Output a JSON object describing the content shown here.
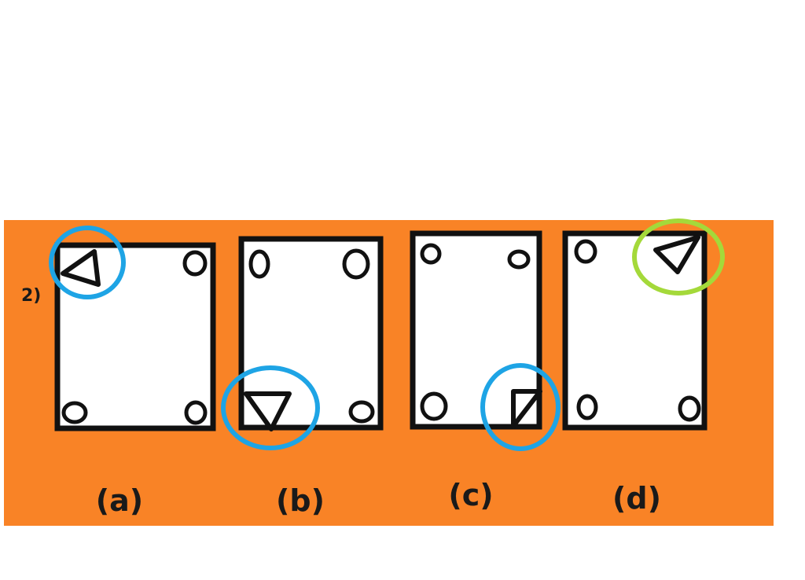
{
  "question_number": "2)",
  "options": [
    {
      "label": "(a)"
    },
    {
      "label": "(b)"
    },
    {
      "label": "(c)"
    },
    {
      "label": "(d)"
    }
  ],
  "colors": {
    "panel_background": "#F98326",
    "highlight_blue": "#1EA4E5",
    "highlight_green": "#A4D93A",
    "stroke": "#111111"
  }
}
